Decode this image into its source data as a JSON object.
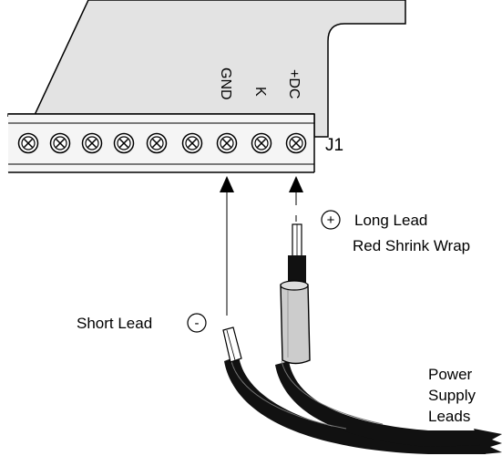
{
  "connector": {
    "designator": "J1",
    "pins": [
      "GND",
      "K",
      "+DC"
    ]
  },
  "callouts": {
    "positive_symbol": "+",
    "positive_line1": "Long Lead",
    "positive_line2": "Red Shrink Wrap",
    "negative_symbol": "-",
    "negative_label": "Short Lead"
  },
  "cable": {
    "label_line1": "Power",
    "label_line2": "Supply",
    "label_line3": "Leads"
  },
  "colors": {
    "board_fill": "#e3e3e3",
    "terminal_fill": "#f5f5f5",
    "cable": "#111111",
    "shrink_wrap": "#cccccc"
  },
  "icons": [
    "screw-terminal-icon",
    "arrow-up-icon"
  ]
}
